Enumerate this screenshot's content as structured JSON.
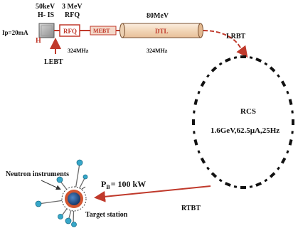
{
  "labels": {
    "energy_is": "50keV",
    "energy_rfq": "3 MeV",
    "ion_source": "H- IS",
    "rfq": "RFQ",
    "current": "Ip=20mA",
    "h_minus": "H",
    "mebt": "MEBT",
    "dtl_energy": "80MeV",
    "dtl": "DTL",
    "freq_rfq": "324MHz",
    "freq_dtl": "324MHz",
    "lebt": "LEBT",
    "lrbt": "LRBT",
    "rcs": "RCS",
    "rcs_params": "1.6GeV,62.5µA,25Hz",
    "neutron_instruments": "Neutron instruments",
    "power_p": "P",
    "power_sub": "B",
    "power_val": "= 100 kW",
    "rtbt": "RTBT",
    "target_station": "Target station"
  },
  "colors": {
    "beamline": "#c0392b",
    "dtl_fill": "#f6e3cf",
    "ring_segments": "#111111",
    "target_core": "#1f4e8c",
    "target_ring": "#d2552f",
    "instrument": "#36a7c9"
  }
}
